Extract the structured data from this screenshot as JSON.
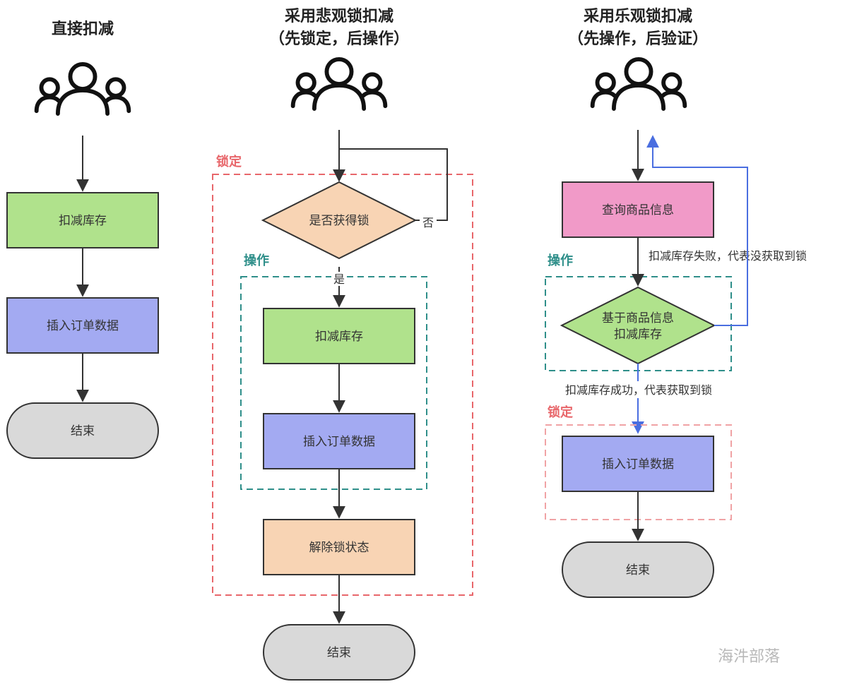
{
  "colors": {
    "green_node": "#b0e28c",
    "blue_node": "#a3aaf2",
    "pink_node": "#f19ac8",
    "peach_node": "#f8d4b4",
    "grey_node": "#d9d9d9",
    "lock_region": "#e8676b",
    "operation_region": "#2f8f8a",
    "success_arrow": "#4a6ee0",
    "fail_arrow": "#4a6ee0",
    "line": "#333333"
  },
  "col1": {
    "title": "直接扣减",
    "icon": "users-icon",
    "step1": "扣减库存",
    "step2": "插入订单数据",
    "end": "结束"
  },
  "col2": {
    "title_line1": "采用悲观锁扣减",
    "title_line2": "（先锁定，后操作）",
    "icon": "users-icon",
    "lock_label": "锁定",
    "op_label": "操作",
    "decision": "是否获得锁",
    "no_label": "否",
    "yes_label": "是",
    "step1": "扣减库存",
    "step2": "插入订单数据",
    "step3": "解除锁状态",
    "end": "结束"
  },
  "col3": {
    "title_line1": "采用乐观锁扣减",
    "title_line2": "（先操作，后验证）",
    "icon": "users-icon",
    "query": "查询商品信息",
    "fail_label": "扣减库存失败，代表没获取到锁",
    "op_label": "操作",
    "decision_line1": "基于商品信息",
    "decision_line2": "扣减库存",
    "success_label": "扣减库存成功，代表获取到锁",
    "lock_label": "锁定",
    "step": "插入订单数据",
    "end": "结束"
  },
  "watermark": "海汼部落"
}
